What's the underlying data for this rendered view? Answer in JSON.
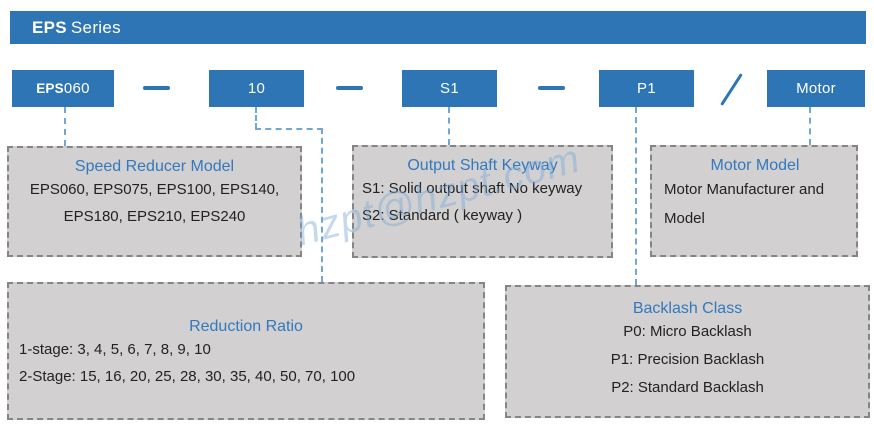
{
  "header": {
    "brand": "EPS",
    "series": "Series"
  },
  "code_row": {
    "model_prefix": "EPS",
    "model_suffix": "060",
    "ratio": "10",
    "keyway": "S1",
    "backlash": "P1",
    "motor": "Motor",
    "separators": [
      "dash",
      "dash",
      "dash",
      "slash"
    ]
  },
  "boxes": {
    "speed_reducer_model": {
      "title": "Speed Reducer Model",
      "line1": "EPS060, EPS075, EPS100, EPS140,",
      "line2": "EPS180, EPS210, EPS240"
    },
    "output_shaft_keyway": {
      "title": "Output Shaft Keyway",
      "line1": "S1: Solid output shaft No keyway",
      "line2": "S2: Standard ( keyway )"
    },
    "motor_model": {
      "title": "Motor Model",
      "line1": "Motor Manufacturer and",
      "line2": "Model"
    },
    "reduction_ratio": {
      "title": "Reduction Ratio",
      "line1": "1-stage: 3, 4, 5, 6, 7, 8, 9, 10",
      "line2": "2-Stage: 15, 16, 20, 25, 28, 30, 35, 40, 50, 70, 100"
    },
    "backlash_class": {
      "title": "Backlash Class",
      "line1": "P0: Micro Backlash",
      "line2": "P1: Precision Backlash",
      "line3": "P2: Standard Backlash"
    }
  },
  "watermark": "hzpt@hzpt.com",
  "colors": {
    "accent_blue": "#2e75b6",
    "title_blue": "#3279bd",
    "box_gray": "#d2d0d1",
    "border_gray": "#858585",
    "connector_blue": "#70a7d7",
    "text_dark": "#222222"
  }
}
